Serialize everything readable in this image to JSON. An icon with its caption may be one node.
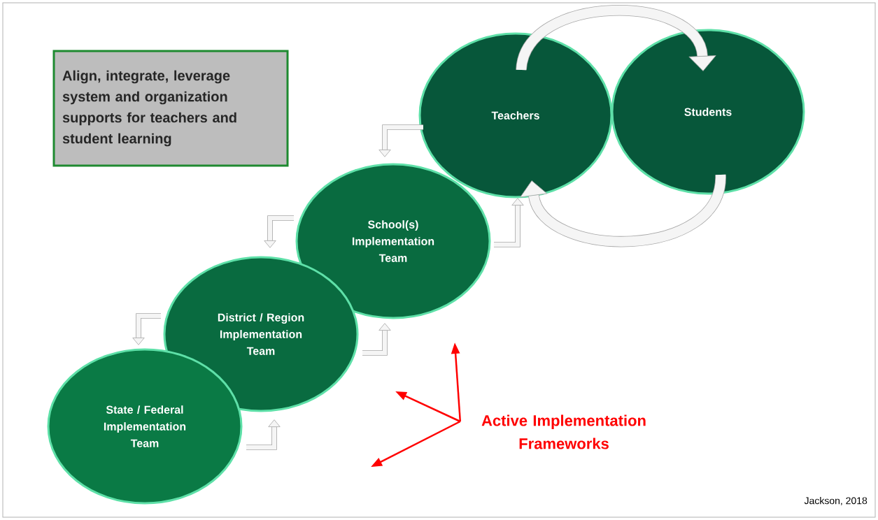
{
  "diagram": {
    "nodes": [
      {
        "text": [
          "Align, integrate, leverage system and organization supports for teachers and student learning"
        ]
      },
      {
        "text": [
          "Teachers"
        ]
      },
      {
        "text": [
          "Students"
        ]
      },
      {
        "text": [
          "School(s) Implementation Team"
        ]
      },
      {
        "text": [
          "District / Region Implementation Team"
        ]
      },
      {
        "text": [
          "State / Federal Implementation Team"
        ]
      },
      {
        "text": [
          "Active Implementation Frameworks"
        ]
      }
    ],
    "edges": [
      {
        "from": 1,
        "to": 2,
        "arrow": "to",
        "style": "thick"
      },
      {
        "from": 2,
        "to": 1,
        "arrow": "to",
        "style": "thick"
      },
      {
        "from": 5,
        "to": 4,
        "arrow": "to"
      },
      {
        "from": 4,
        "to": 3,
        "arrow": "to"
      },
      {
        "from": 3,
        "to": 1,
        "arrow": "to"
      },
      {
        "from": 1,
        "to": 3,
        "arrow": "to"
      },
      {
        "from": 3,
        "to": 4,
        "arrow": "to"
      },
      {
        "from": 4,
        "to": 5,
        "arrow": "to"
      },
      {
        "from": 6,
        "to": null,
        "arrow": "to",
        "color": "#ff0000"
      },
      {
        "from": 6,
        "to": null,
        "arrow": "to",
        "color": "#ff0000"
      },
      {
        "from": 6,
        "to": null,
        "arrow": "to",
        "color": "#ff0000"
      }
    ],
    "labels": [
      "Jackson, 2018"
    ]
  }
}
